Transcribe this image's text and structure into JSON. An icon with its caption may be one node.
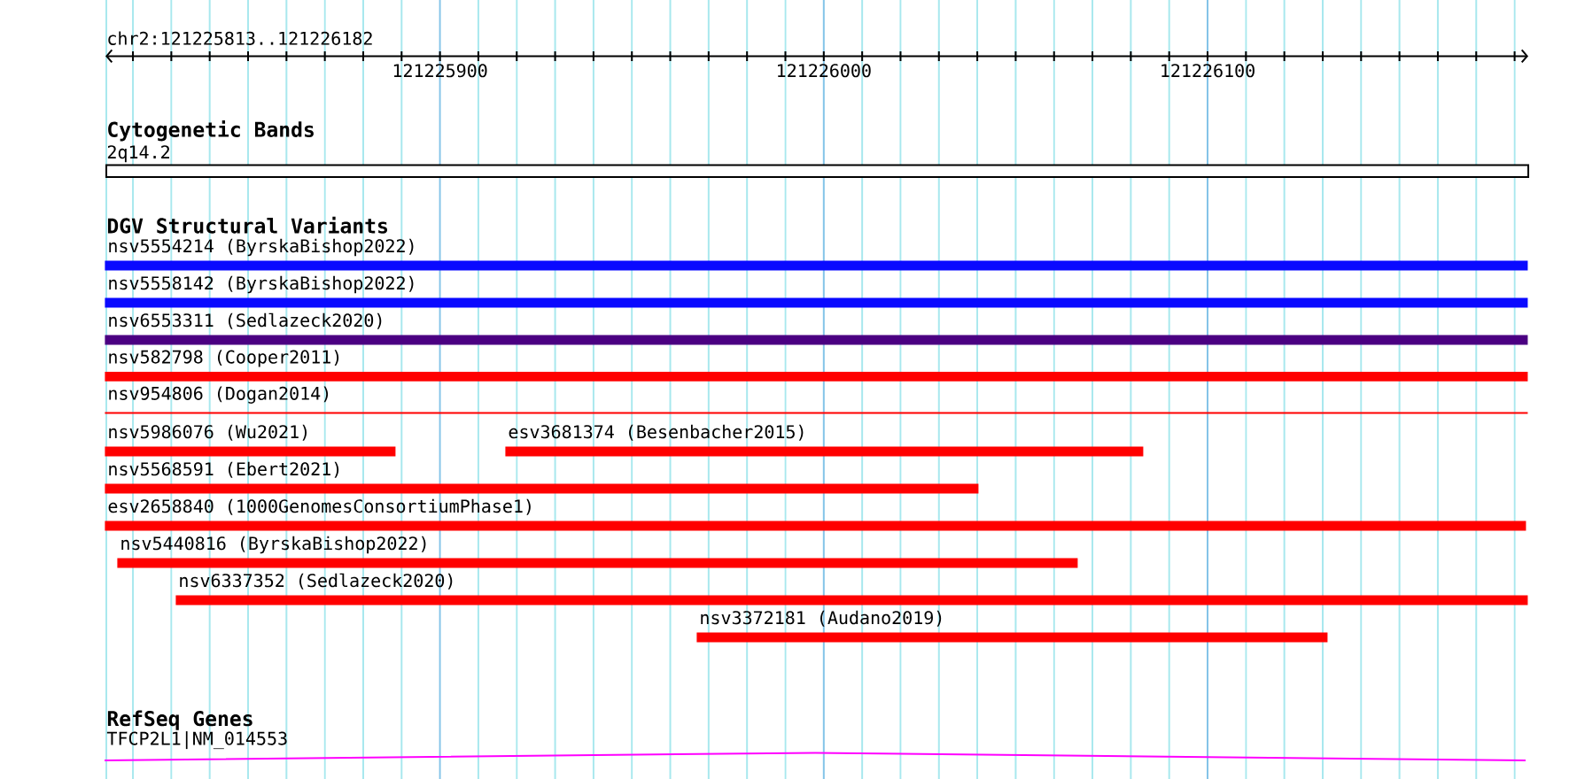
{
  "diagram": {
    "nodes": [
      {
        "text": [
          "2q14.2"
        ]
      },
      {
        "text": [
          "nsv5554214 (ByrskaBishop2022)"
        ]
      },
      {
        "text": [
          "nsv5558142 (ByrskaBishop2022)"
        ]
      },
      {
        "text": [
          "nsv6553311 (Sedlazeck2020)"
        ]
      },
      {
        "text": [
          "nsv582798 (Cooper2011)"
        ]
      },
      {
        "text": [
          "nsv954806 (Dogan2014)"
        ]
      },
      {
        "text": [
          "nsv5986076 (Wu2021)"
        ]
      },
      {
        "text": [
          "esv3681374 (Besenbacher2015)"
        ]
      },
      {
        "text": [
          "nsv5568591 (Ebert2021)"
        ]
      },
      {
        "text": [
          "esv2658840 (1000GenomesConsortiumPhase1)"
        ]
      },
      {
        "text": [
          "nsv5440816 (ByrskaBishop2022)"
        ]
      },
      {
        "text": [
          "nsv6337352 (Sedlazeck2020)"
        ]
      },
      {
        "text": [
          "nsv3372181 (Audano2019)"
        ]
      },
      {
        "text": [
          "TFCP2L1|NM_014553"
        ]
      }
    ],
    "labels": [
      "chr2:121225813..121226182",
      "121225900",
      "121226000",
      "121226100",
      "Cytogenetic Bands",
      "DGV Structural Variants",
      "RefSeq Genes"
    ]
  }
}
